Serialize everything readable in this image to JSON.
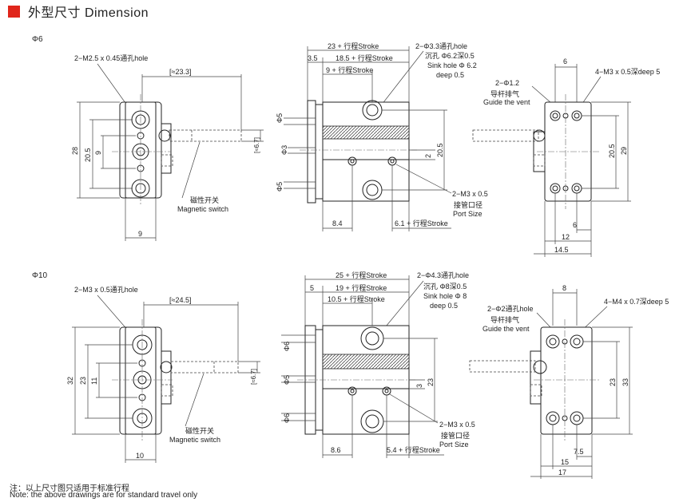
{
  "header": {
    "title": "外型尺寸 Dimension",
    "accent_color": "#e0261b"
  },
  "d6": {
    "label": "Φ6",
    "front": {
      "hole": "2−M2.5 x 0.45通孔hole",
      "len": "[≈23.3]",
      "h28": "28",
      "h20_5": "20.5",
      "h9": "9",
      "w9": "9",
      "r6_7": "[≈6.7]",
      "mag_cn": "磁性开关",
      "mag_en": "Magnetic switch"
    },
    "side": {
      "total": "23 + 行程Stroke",
      "a3_5": "3.5",
      "mid": "18.5 + 行程Stroke",
      "inner": "9 + 行程Stroke",
      "hole1": "2−Φ3.3通孔hole",
      "hole2": "沉孔 Φ6.2深0.5",
      "hole3": "Sink hole Φ 6.2",
      "hole4": "deep 0.5",
      "p5a": "Φ5",
      "p3": "Φ3",
      "p5b": "Φ5",
      "h20_5": "20.5",
      "h2": "2",
      "port": "2−M3 x 0.5",
      "port_cn": "接管口径",
      "port_en": "Port Size",
      "b8_4": "8.4",
      "b6_1": "6.1 + 行程Stroke"
    },
    "rear": {
      "w6": "6",
      "vent": "2−Φ1.2",
      "vent_cn": "导杆排气",
      "vent_en": "Guide the vent",
      "tap": "4−M3 x 0.5深deep 5",
      "h20_5": "20.5",
      "h29": "29",
      "b6": "6",
      "b12": "12",
      "b14_5": "14.5"
    }
  },
  "d10": {
    "label": "Φ10",
    "front": {
      "hole": "2−M3 x 0.5通孔hole",
      "len": "[≈24.5]",
      "h32": "32",
      "h23": "23",
      "h11": "11",
      "w10": "10",
      "r6_7": "[≈6.7]",
      "mag_cn": "磁性开关",
      "mag_en": "Magnetic switch"
    },
    "side": {
      "total": "25 + 行程Stroke",
      "a5": "5",
      "mid": "19 + 行程Stroke",
      "inner": "10.5 + 行程Stroke",
      "hole1": "2−Φ4.3通孔hole",
      "hole2": "沉孔 Φ8深0.5",
      "hole3": "Sink hole Φ 8",
      "hole4": "deep 0.5",
      "p6a": "Φ6",
      "p5": "Φ5",
      "p6b": "Φ6",
      "h23": "23",
      "h3": "3",
      "port": "2−M3 x 0.5",
      "port_cn": "接管口径",
      "port_en": "Port Size",
      "b8_6": "8.6",
      "b5_4": "5.4 + 行程Stroke"
    },
    "rear": {
      "w8": "8",
      "vent": "2−Φ2通孔hole",
      "vent_cn": "导杆排气",
      "vent_en": "Guide the vent",
      "tap": "4−M4 x 0.7深deep 5",
      "h23": "23",
      "h33": "33",
      "b7_5": "7.5",
      "b15": "15",
      "b17": "17"
    }
  },
  "notes": {
    "cn": "注：以上尺寸图只适用于标准行程",
    "en": "Note: the above drawings are for standard travel only"
  }
}
